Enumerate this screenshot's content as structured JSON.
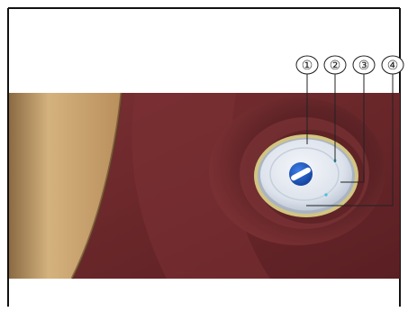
{
  "callouts": [
    {
      "label": "①"
    },
    {
      "label": "②"
    },
    {
      "label": "③"
    },
    {
      "label": "④"
    }
  ],
  "colors": {
    "body_paint": "#6f2a2d",
    "panel": "#c8a574",
    "seal_ring": "#d2c582",
    "disc": "#e6eaf0",
    "knob": "#1b55c2"
  }
}
